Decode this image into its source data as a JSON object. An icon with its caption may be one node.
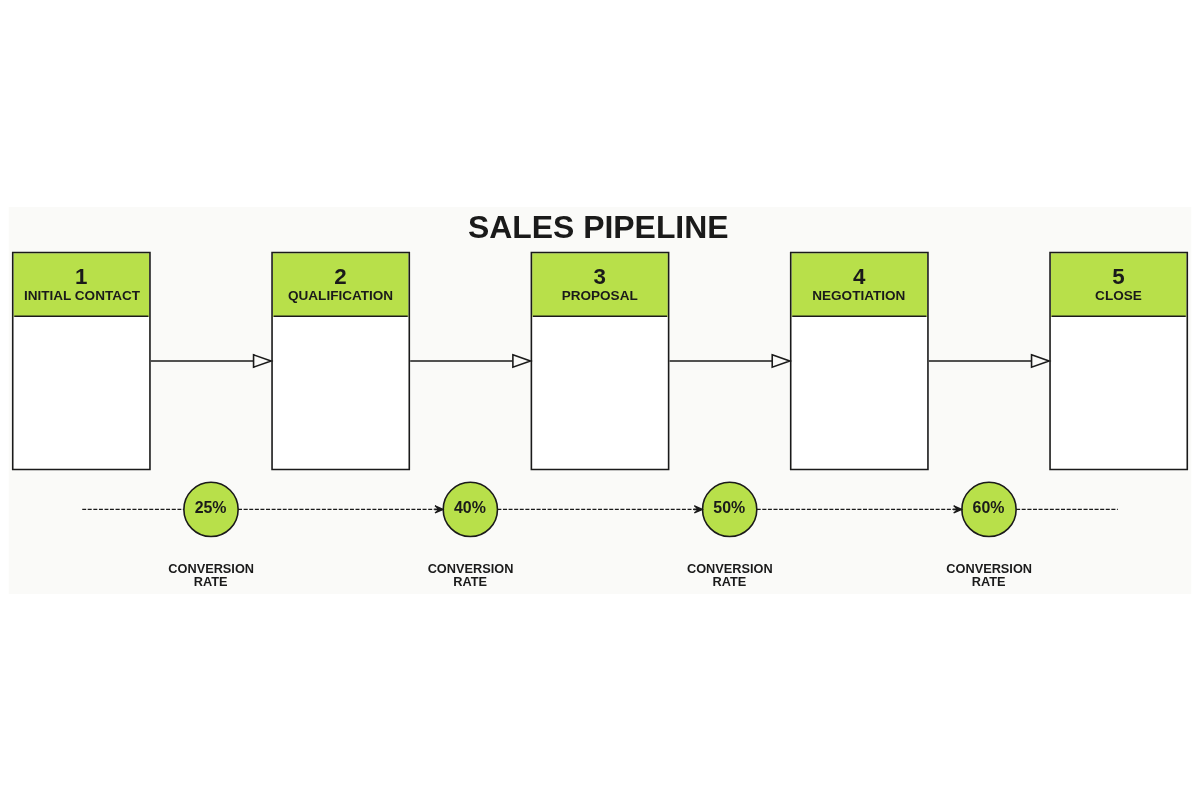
{
  "diagram": {
    "title": "SALES PIPELINE",
    "nodes": [
      {
        "text": [
          "1",
          "INITIAL CONTACT"
        ]
      },
      {
        "text": [
          "2",
          "QUALIFICATION"
        ]
      },
      {
        "text": [
          "3",
          "PROPOSAL"
        ]
      },
      {
        "text": [
          "4",
          "NEGOTIATION"
        ]
      },
      {
        "text": [
          "5",
          "CLOSE"
        ]
      },
      {
        "text": [
          "25%"
        ],
        "beside": [
          "CONVERSION RATE"
        ]
      },
      {
        "text": [
          "40%"
        ],
        "beside": [
          "CONVERSION RATE"
        ]
      },
      {
        "text": [
          "50%"
        ],
        "beside": [
          "CONVERSION RATE"
        ]
      },
      {
        "text": [
          "60%"
        ],
        "beside": [
          "CONVERSION RATE"
        ]
      }
    ],
    "edges": [
      {
        "from": 0,
        "to": 1,
        "arrow": "to"
      },
      {
        "from": 1,
        "to": 2,
        "arrow": "to"
      },
      {
        "from": 2,
        "to": 3,
        "arrow": "to"
      },
      {
        "from": 3,
        "to": 4,
        "arrow": "to"
      },
      {
        "from": null,
        "to": 5,
        "arrow": "none",
        "style": "dashed"
      },
      {
        "from": 5,
        "to": 6,
        "arrow": "to",
        "style": "dashed"
      },
      {
        "from": 6,
        "to": 7,
        "arrow": "to",
        "style": "dashed"
      },
      {
        "from": 7,
        "to": 8,
        "arrow": "to",
        "style": "dashed"
      },
      {
        "from": 8,
        "to": null,
        "arrow": "none",
        "style": "dashed"
      }
    ]
  }
}
